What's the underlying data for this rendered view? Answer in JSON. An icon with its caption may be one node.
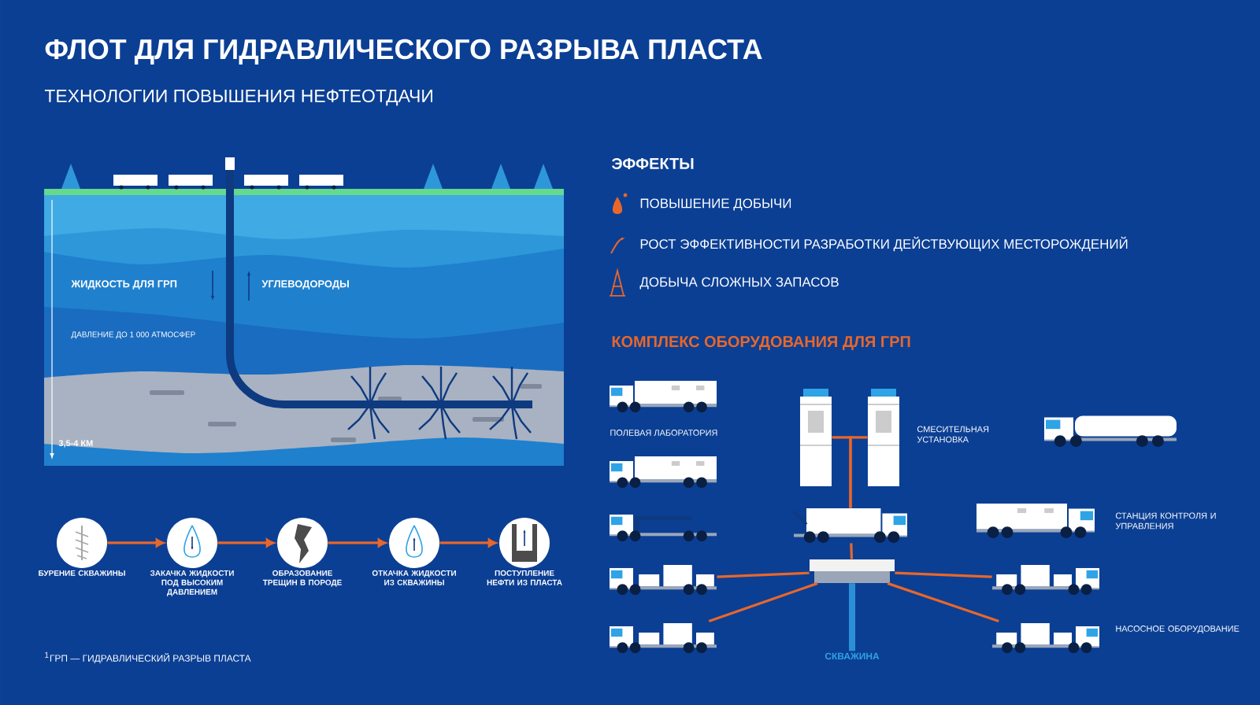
{
  "diagram": {
    "title": "ФЛОТ ДЛЯ ГИДРАВЛИЧЕСКОГО РАЗРЫВА ПЛАСТА",
    "caption": "$^{1}$ГРП — ГИДРАВЛИЧЕСКИЙ РАЗРЫВ ПЛАСТА",
    "nodes": [
      {
        "text": [
          "БУРЕНИЕ СКВАЖИНЫ"
        ]
      },
      {
        "text": [
          "ЗАКАЧКА ЖИДКОСТИ ПОД ВЫСОКИМ ДАВЛЕНИЕМ"
        ]
      },
      {
        "text": [
          "ОБРАЗОВАНИЕ ТРЕЩИН В ПОРОДЕ"
        ]
      },
      {
        "text": [
          "ОТКАЧКА ЖИДКОСТИ ИЗ СКВАЖИНЫ"
        ]
      },
      {
        "text": [
          "ПОСТУПЛЕНИЕ НЕФТИ ИЗ ПЛАСТА"
        ]
      },
      {
        "text": [],
        "shape": "picture"
      },
      {
        "text": [],
        "shape": "picture"
      },
      {
        "text": [],
        "shape": "picture"
      },
      {
        "text": [],
        "shape": "box"
      },
      {
        "text": [],
        "shape": "picture"
      },
      {
        "text": [],
        "shape": "picture"
      },
      {
        "text": [],
        "shape": "picture"
      },
      {
        "text": [],
        "shape": "picture"
      },
      {
        "text": [
          "СКВАЖИНА"
        ]
      }
    ],
    "edges": [
      {
        "from": 0,
        "to": 1,
        "arrow": "to"
      },
      {
        "from": 1,
        "to": 2,
        "arrow": "to"
      },
      {
        "from": 2,
        "to": 3,
        "arrow": "to"
      },
      {
        "from": 3,
        "to": 4,
        "arrow": "to"
      },
      {
        "from": 7,
        "to": 5,
        "arrow": "none"
      },
      {
        "from": 7,
        "to": 6,
        "arrow": "none"
      },
      {
        "from": 8,
        "to": 7,
        "arrow": "none"
      },
      {
        "from": 9,
        "to": 8,
        "arrow": "none"
      },
      {
        "from": 10,
        "to": 8,
        "arrow": "none"
      },
      {
        "from": 11,
        "to": 8,
        "arrow": "none"
      },
      {
        "from": 12,
        "to": 8,
        "arrow": "none"
      },
      {
        "from": 8,
        "to": 13,
        "arrow": "none",
        "style": "thick",
        "color": "#2b8fd6"
      }
    ],
    "labels": [
      "ТЕХНОЛОГИИ ПОВЫШЕНИЯ НЕФТЕОТДАЧИ",
      "ЖИДКОСТЬ ДЛЯ ГРП",
      "УГЛЕВОДОРОДЫ",
      "ДАВЛЕНИЕ ДО 1 000 АТМОСФЕР",
      "3,5-4 КМ",
      "ЭФФЕКТЫ",
      "ПОВЫШЕНИЕ ДОБЫЧИ",
      "РОСТ ЭФФЕКТИВНОСТИ РАЗРАБОТКИ ДЕЙСТВУЮЩИХ МЕСТОРОЖДЕНИЙ",
      "ДОБЫЧА СЛОЖНЫХ ЗАПАСОВ",
      "КОМПЛЕКС ОБОРУДОВАНИЯ ДЛЯ ГРП",
      "ПОЛЕВАЯ ЛАБОРАТОРИЯ",
      "СМЕСИТЕЛЬНАЯ УСТАНОВКА",
      "СТАНЦИЯ КОНТРОЛЯ И УПРАВЛЕНИЯ",
      "НАСОСНОЕ ОБОРУДОВАНИЕ"
    ]
  }
}
